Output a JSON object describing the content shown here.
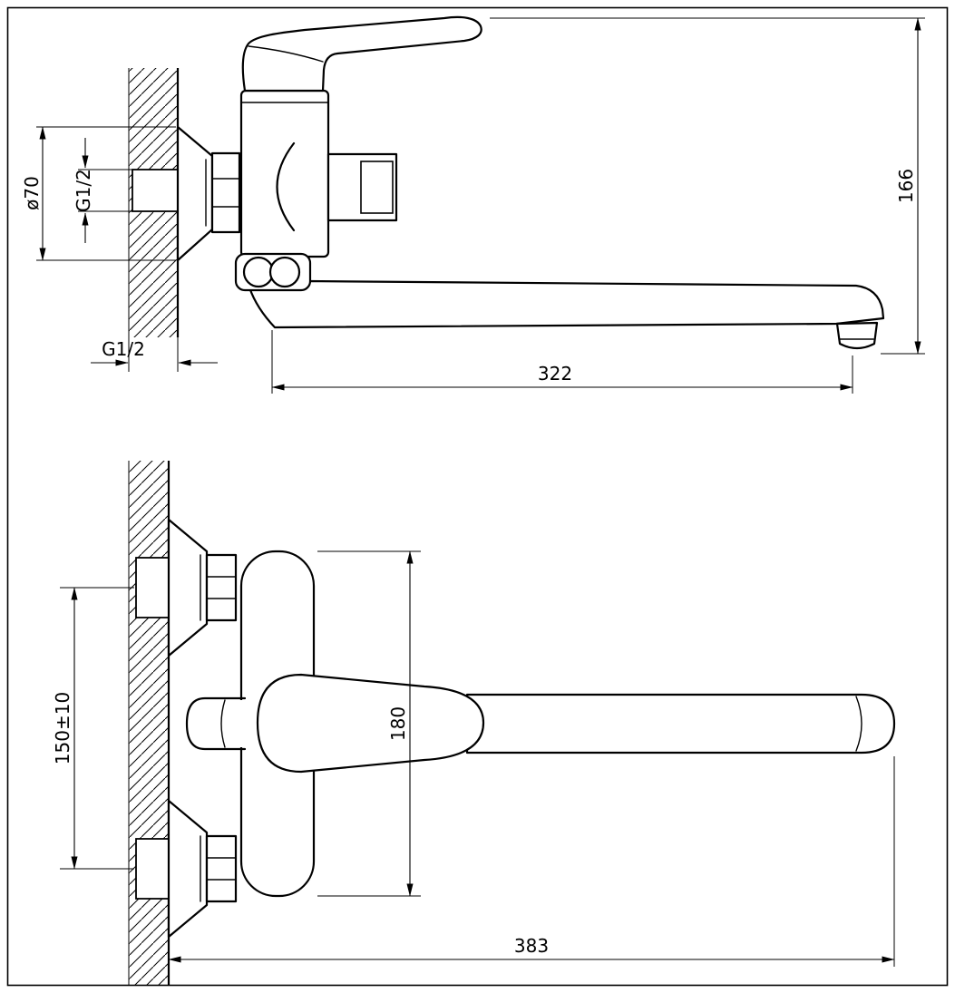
{
  "drawing": {
    "background": "#ffffff",
    "line_color": "#000000",
    "side_view": {
      "dim_flange_diameter": "ø70",
      "dim_wall_thread": "G1/2",
      "dim_thread_depth": "G1/2",
      "dim_overall_height": "166",
      "dim_spout_reach": "322"
    },
    "plan_view": {
      "dim_mounting_centers": "150±10",
      "dim_body_height": "180",
      "dim_overall_length": "383"
    }
  }
}
